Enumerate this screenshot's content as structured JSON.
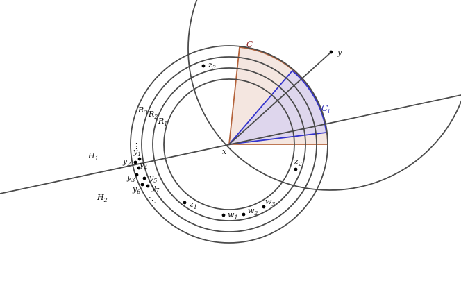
{
  "diagram": {
    "colors": {
      "stroke": "#4a4a4a",
      "sector_C_stroke": "#b5643c",
      "sector_C_fill": "#f4e6e0",
      "sector_Ci_stroke": "#3333cc",
      "sector_Ci_fill": "#d9d2ee",
      "point": "#000000",
      "label_C": "#8b1a1a",
      "label_Ci": "#2e2eb8"
    },
    "labels": {
      "x": "x",
      "y": "y",
      "C": "C",
      "Ci": "C",
      "Ci_sub": "i",
      "R1": "R",
      "R1_sub": "1",
      "R2": "R",
      "R2_sub": "2",
      "R3": "R",
      "R3_sub": "3",
      "H1": "H",
      "H1_sub": "1",
      "H2": "H",
      "H2_sub": "2",
      "z1": "z",
      "z1_sub": "1",
      "z2": "z",
      "z2_sub": "2",
      "z3": "z",
      "z3_sub": "3",
      "w1": "w",
      "w1_sub": "1",
      "w2": "w",
      "w2_sub": "2",
      "w3": "w",
      "w3_sub": "3",
      "y1": "y",
      "y1_sub": "1",
      "y2": "y",
      "y2_sub": "2",
      "y3": "y",
      "y3_sub": "3",
      "y4": "y",
      "y4_sub": "4",
      "y5": "y",
      "y5_sub": "5",
      "y6": "y",
      "y6_sub": "6",
      "y7": "y",
      "y7_sub": "7",
      "dots_upper": "⋮",
      "dots_lower": "⋱"
    }
  }
}
